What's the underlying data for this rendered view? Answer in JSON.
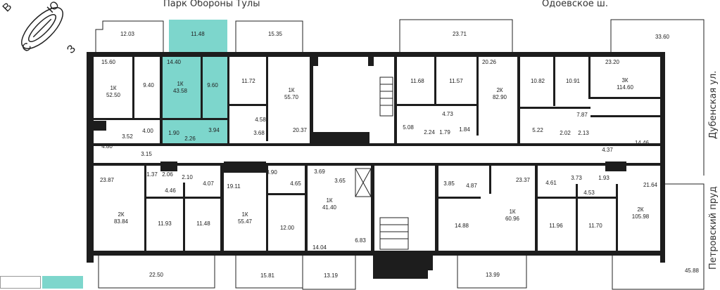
{
  "streets": {
    "north": "Парк Обороны Тулы",
    "north_east": "Одоевское ш.",
    "east_upper": "Дубенская ул.",
    "east_lower": "Петровский пруд"
  },
  "compass": {
    "letters": [
      "В",
      "Ю",
      "С",
      "З"
    ]
  },
  "colors": {
    "highlight": "#7dd6cc",
    "wall": "#1d1d1d"
  },
  "legend": {
    "items": [
      {
        "color": "#ffffff"
      },
      {
        "color": "#7dd6cc"
      }
    ]
  },
  "apartments": [
    {
      "type": "1К",
      "area": "52.50"
    },
    {
      "type": "1К",
      "area": "43.58",
      "highlighted": true
    },
    {
      "type": "1К",
      "area": "55.70"
    },
    {
      "type": "2К",
      "area": "82.90"
    },
    {
      "type": "3К",
      "area": "114.60"
    },
    {
      "type": "2К",
      "area": "83.84"
    },
    {
      "type": "1К",
      "area": "55.47"
    },
    {
      "type": "1К",
      "area": "41.40"
    },
    {
      "type": "1К",
      "area": "60.96"
    },
    {
      "type": "2К",
      "area": "105.98"
    }
  ],
  "room_areas": {
    "top": [
      "12.03",
      "11.48",
      "15.35",
      "23.71",
      "33.60"
    ],
    "upper": [
      "15.60",
      "9.40",
      "14.40",
      "9.60",
      "11.72",
      "11.68",
      "11.57",
      "20.26",
      "10.82",
      "10.91",
      "23.20"
    ],
    "middle": [
      "4.58",
      "3.68",
      "20.37",
      "4.73",
      "5.08",
      "2.24",
      "1.79",
      "1.84",
      "7.87",
      "5.22",
      "2.02",
      "2.13",
      "3.52",
      "4.00",
      "1.90",
      "3.94",
      "2.26",
      "4.80",
      "3.15",
      "4.37",
      "14.46"
    ],
    "lower": [
      "23.87",
      "1.37",
      "2.06",
      "2.10",
      "4.46",
      "4.07",
      "19.11",
      "3.90",
      "4.65",
      "3.69",
      "3.65",
      "3.85",
      "4.87",
      "23.37",
      "4.61",
      "3.73",
      "1.93",
      "4.53",
      "21.64"
    ],
    "bottom_rooms": [
      "11.93",
      "11.48",
      "12.00",
      "14.04",
      "6.83",
      "14.88",
      "11.96",
      "11.70"
    ],
    "balconies": [
      "22.50",
      "15.81",
      "13.19",
      "13.99",
      "45.88"
    ]
  }
}
